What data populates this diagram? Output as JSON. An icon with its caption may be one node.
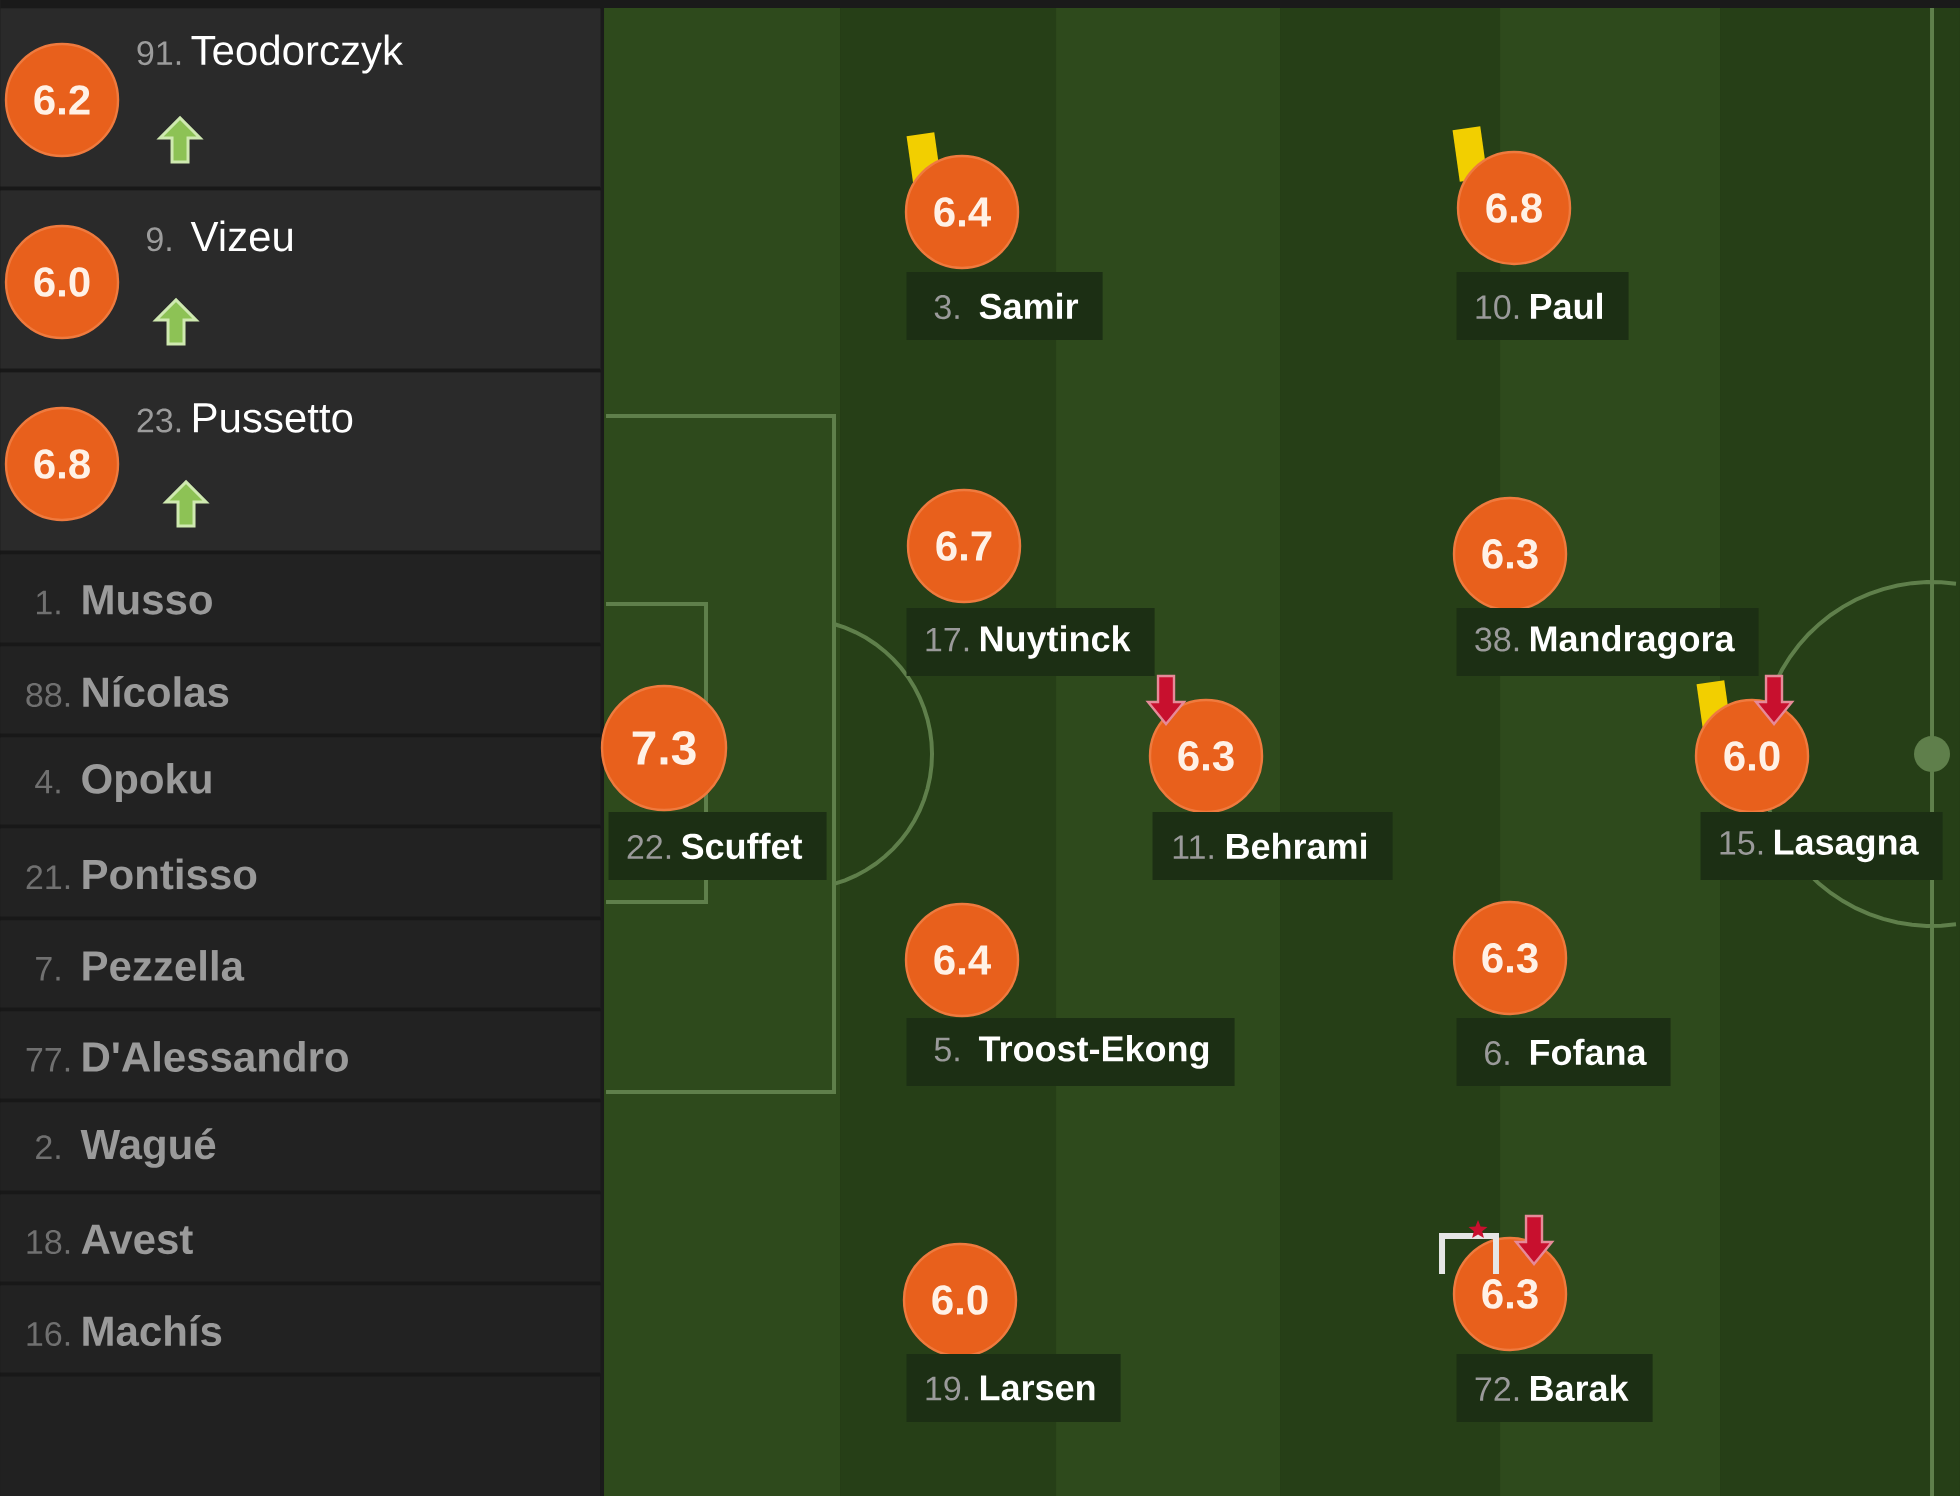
{
  "diagram": {
    "nodes": [
      {
        "text": [
          "91.",
          "Teodorczyk"
        ]
      },
      {
        "text": [
          "6.2"
        ],
        "in": 0
      },
      {
        "text": [
          "9.",
          "Vizeu"
        ]
      },
      {
        "text": [
          "6.0"
        ],
        "in": 2
      },
      {
        "text": [
          "23.",
          "Pussetto"
        ]
      },
      {
        "text": [
          "6.8"
        ],
        "in": 4
      },
      {
        "text": [
          "1.",
          "Musso"
        ]
      },
      {
        "text": [
          "88.",
          "Nícolas"
        ]
      },
      {
        "text": [
          "4.",
          "Opoku"
        ]
      },
      {
        "text": [
          "21.",
          "Pontisso"
        ]
      },
      {
        "text": [
          "7.",
          "Pezzella"
        ]
      },
      {
        "text": [
          "77.",
          "D'Alessandro"
        ]
      },
      {
        "text": [
          "2.",
          "Wagué"
        ]
      },
      {
        "text": [
          "18.",
          "Avest"
        ]
      },
      {
        "text": [
          "16.",
          "Machís"
        ]
      },
      {
        "text": [
          "6.4"
        ]
      },
      {
        "text": [
          "3.",
          "Samir"
        ]
      },
      {
        "text": [
          "6.8"
        ]
      },
      {
        "text": [
          "10.",
          "Paul"
        ]
      },
      {
        "text": [
          "6.7"
        ]
      },
      {
        "text": [
          "17.",
          "Nuytinck"
        ]
      },
      {
        "text": [
          "6.3"
        ]
      },
      {
        "text": [
          "38.",
          "Mandragora"
        ]
      },
      {
        "text": [
          "7.3"
        ]
      },
      {
        "text": [
          "22.",
          "Scuffet"
        ]
      },
      {
        "text": [
          "6.3"
        ]
      },
      {
        "text": [
          "11.",
          "Behrami"
        ]
      },
      {
        "text": [
          "6.0"
        ]
      },
      {
        "text": [
          "15.",
          "Lasagna"
        ]
      },
      {
        "text": [
          "6.4"
        ]
      },
      {
        "text": [
          "5.",
          "Troost-Ekong"
        ]
      },
      {
        "text": [
          "6.3"
        ]
      },
      {
        "text": [
          "6.",
          "Fofana"
        ]
      },
      {
        "text": [
          "6.0"
        ]
      },
      {
        "text": [
          "19.",
          "Larsen"
        ]
      },
      {
        "text": [
          "6.3"
        ]
      },
      {
        "text": [
          "72.",
          "Barak"
        ]
      }
    ]
  }
}
